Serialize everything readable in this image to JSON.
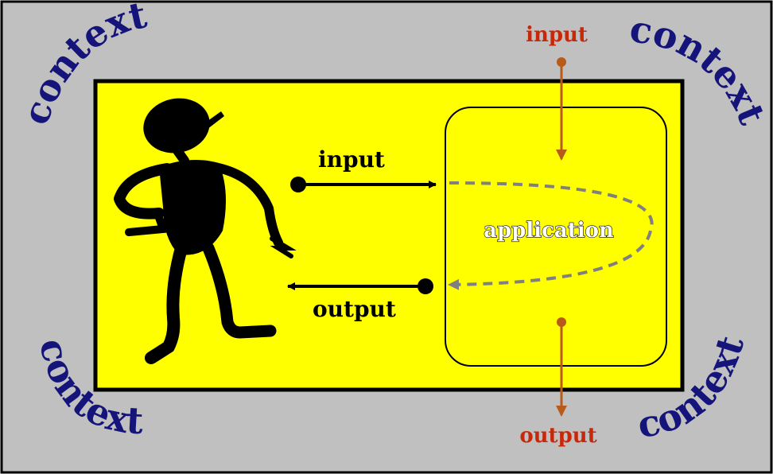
{
  "diagram": {
    "context_label": "context",
    "user_input_label": "input",
    "user_output_label": "output",
    "application_label": "application",
    "external_input_label": "input",
    "external_output_label": "output"
  },
  "colors": {
    "outer_background": "#c0c0c0",
    "inner_background": "#ffff00",
    "context_text": "#14147a",
    "external_io_text": "#c8280a",
    "external_arrow": "#b85a1a",
    "internal_flow": "#808080",
    "outline": "#000000"
  }
}
